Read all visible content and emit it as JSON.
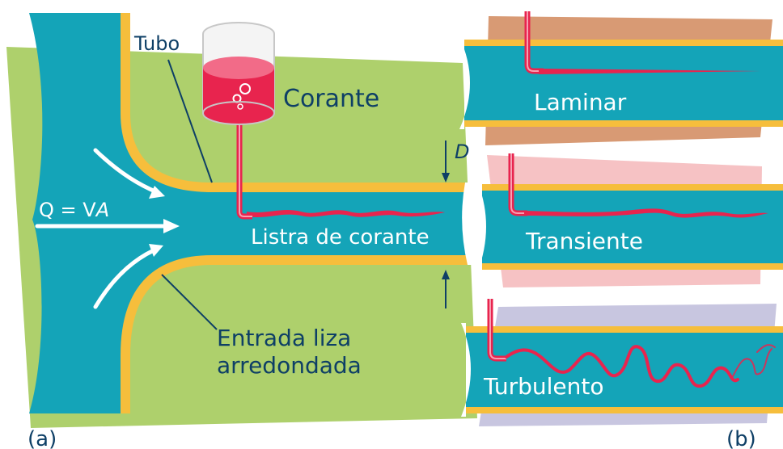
{
  "labels": {
    "tube": "Tubo",
    "dye": "Corante",
    "flow": "Q = V",
    "flow_area": "A",
    "streak": "Listra de corante",
    "inlet_line1": "Entrada liza",
    "inlet_line2": "arredondada",
    "diameter": "D",
    "panel_a": "(a)",
    "panel_b": "(b)",
    "laminar": "Laminar",
    "transient": "Transiente",
    "turbulent": "Turbulento"
  },
  "colors": {
    "water": "#14a4b8",
    "wall": "#f6be3c",
    "dye": "#e8244e",
    "background_a": "#aed06c",
    "background_laminar": "#d89a74",
    "background_transient": "#f6c2c4",
    "background_turbulent": "#c8c6e0",
    "label_dark": "#0e3f66",
    "label_light": "#ffffff"
  }
}
